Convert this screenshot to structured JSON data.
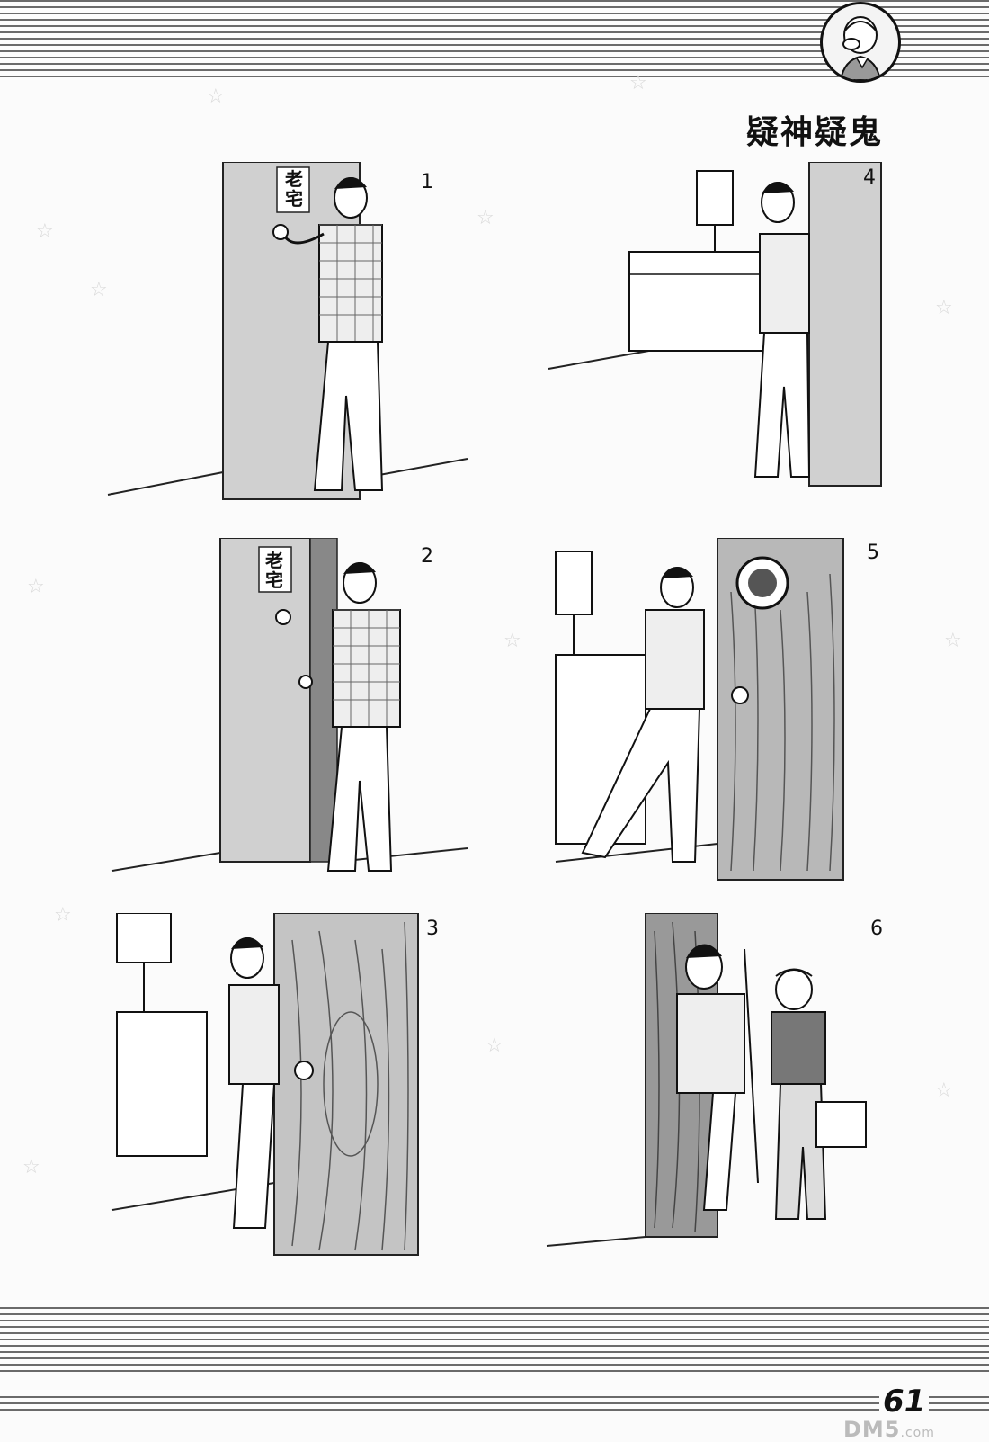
{
  "title": "疑神疑鬼",
  "page_number": "61",
  "watermark": {
    "main": "DM5",
    "suffix": ".com"
  },
  "panels": [
    {
      "number": "1",
      "sign": "老宅"
    },
    {
      "number": "2",
      "sign": "老宅"
    },
    {
      "number": "3"
    },
    {
      "number": "4"
    },
    {
      "number": "5"
    },
    {
      "number": "6"
    }
  ]
}
